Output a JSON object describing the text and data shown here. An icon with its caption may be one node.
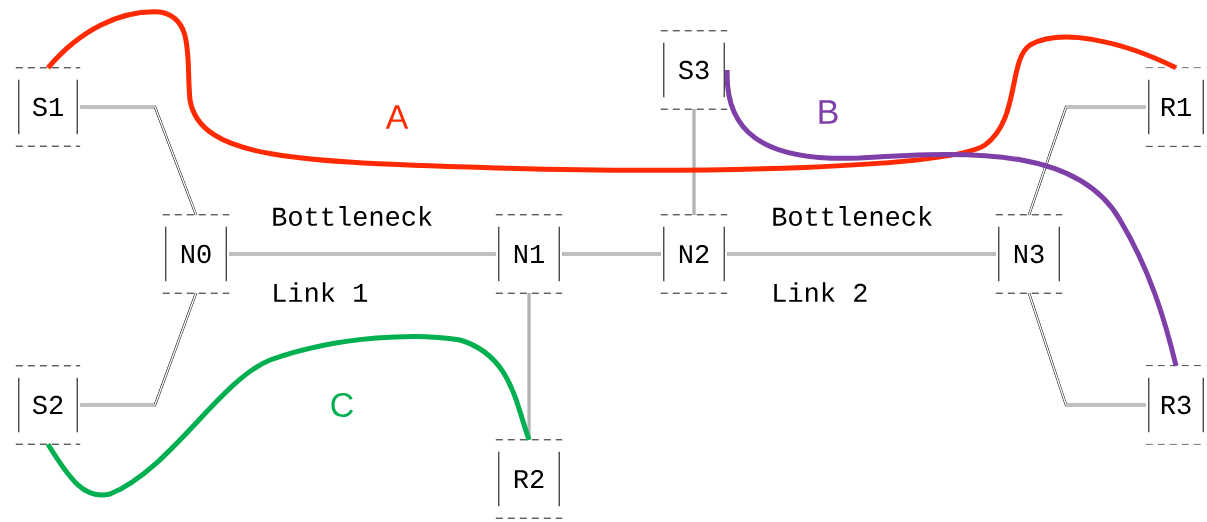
{
  "diagram": {
    "nodes": [
      {
        "text": [
          "S1"
        ]
      },
      {
        "text": [
          "S2"
        ]
      },
      {
        "text": [
          "S3"
        ]
      },
      {
        "text": [
          "N0"
        ]
      },
      {
        "text": [
          "N1"
        ]
      },
      {
        "text": [
          "N2"
        ]
      },
      {
        "text": [
          "N3"
        ]
      },
      {
        "text": [
          "R1"
        ]
      },
      {
        "text": [
          "R2"
        ]
      },
      {
        "text": [
          "R3"
        ]
      }
    ],
    "edges": [
      {
        "from": 0,
        "to": 3,
        "arrow": "none"
      },
      {
        "from": 1,
        "to": 3,
        "arrow": "none"
      },
      {
        "from": 3,
        "to": 4,
        "arrow": "none"
      },
      {
        "from": 4,
        "to": 5,
        "arrow": "none"
      },
      {
        "from": 5,
        "to": 6,
        "arrow": "none"
      },
      {
        "from": 2,
        "to": 5,
        "arrow": "none"
      },
      {
        "from": 4,
        "to": 8,
        "arrow": "none"
      },
      {
        "from": 6,
        "to": 7,
        "arrow": "none"
      },
      {
        "from": 6,
        "to": 9,
        "arrow": "none"
      },
      {
        "from": 0,
        "to": 7,
        "arrow": "none",
        "label": "A",
        "style": "thick",
        "color": "#ff2a00"
      },
      {
        "from": 2,
        "to": 9,
        "arrow": "none",
        "label": "B",
        "style": "thick",
        "color": "#7f3fa8"
      },
      {
        "from": 1,
        "to": 8,
        "arrow": "none",
        "label": "C",
        "style": "thick",
        "color": "#00b050"
      }
    ],
    "labels": [
      "Bottleneck",
      "Link 1",
      "Bottleneck",
      "Link 2"
    ]
  }
}
